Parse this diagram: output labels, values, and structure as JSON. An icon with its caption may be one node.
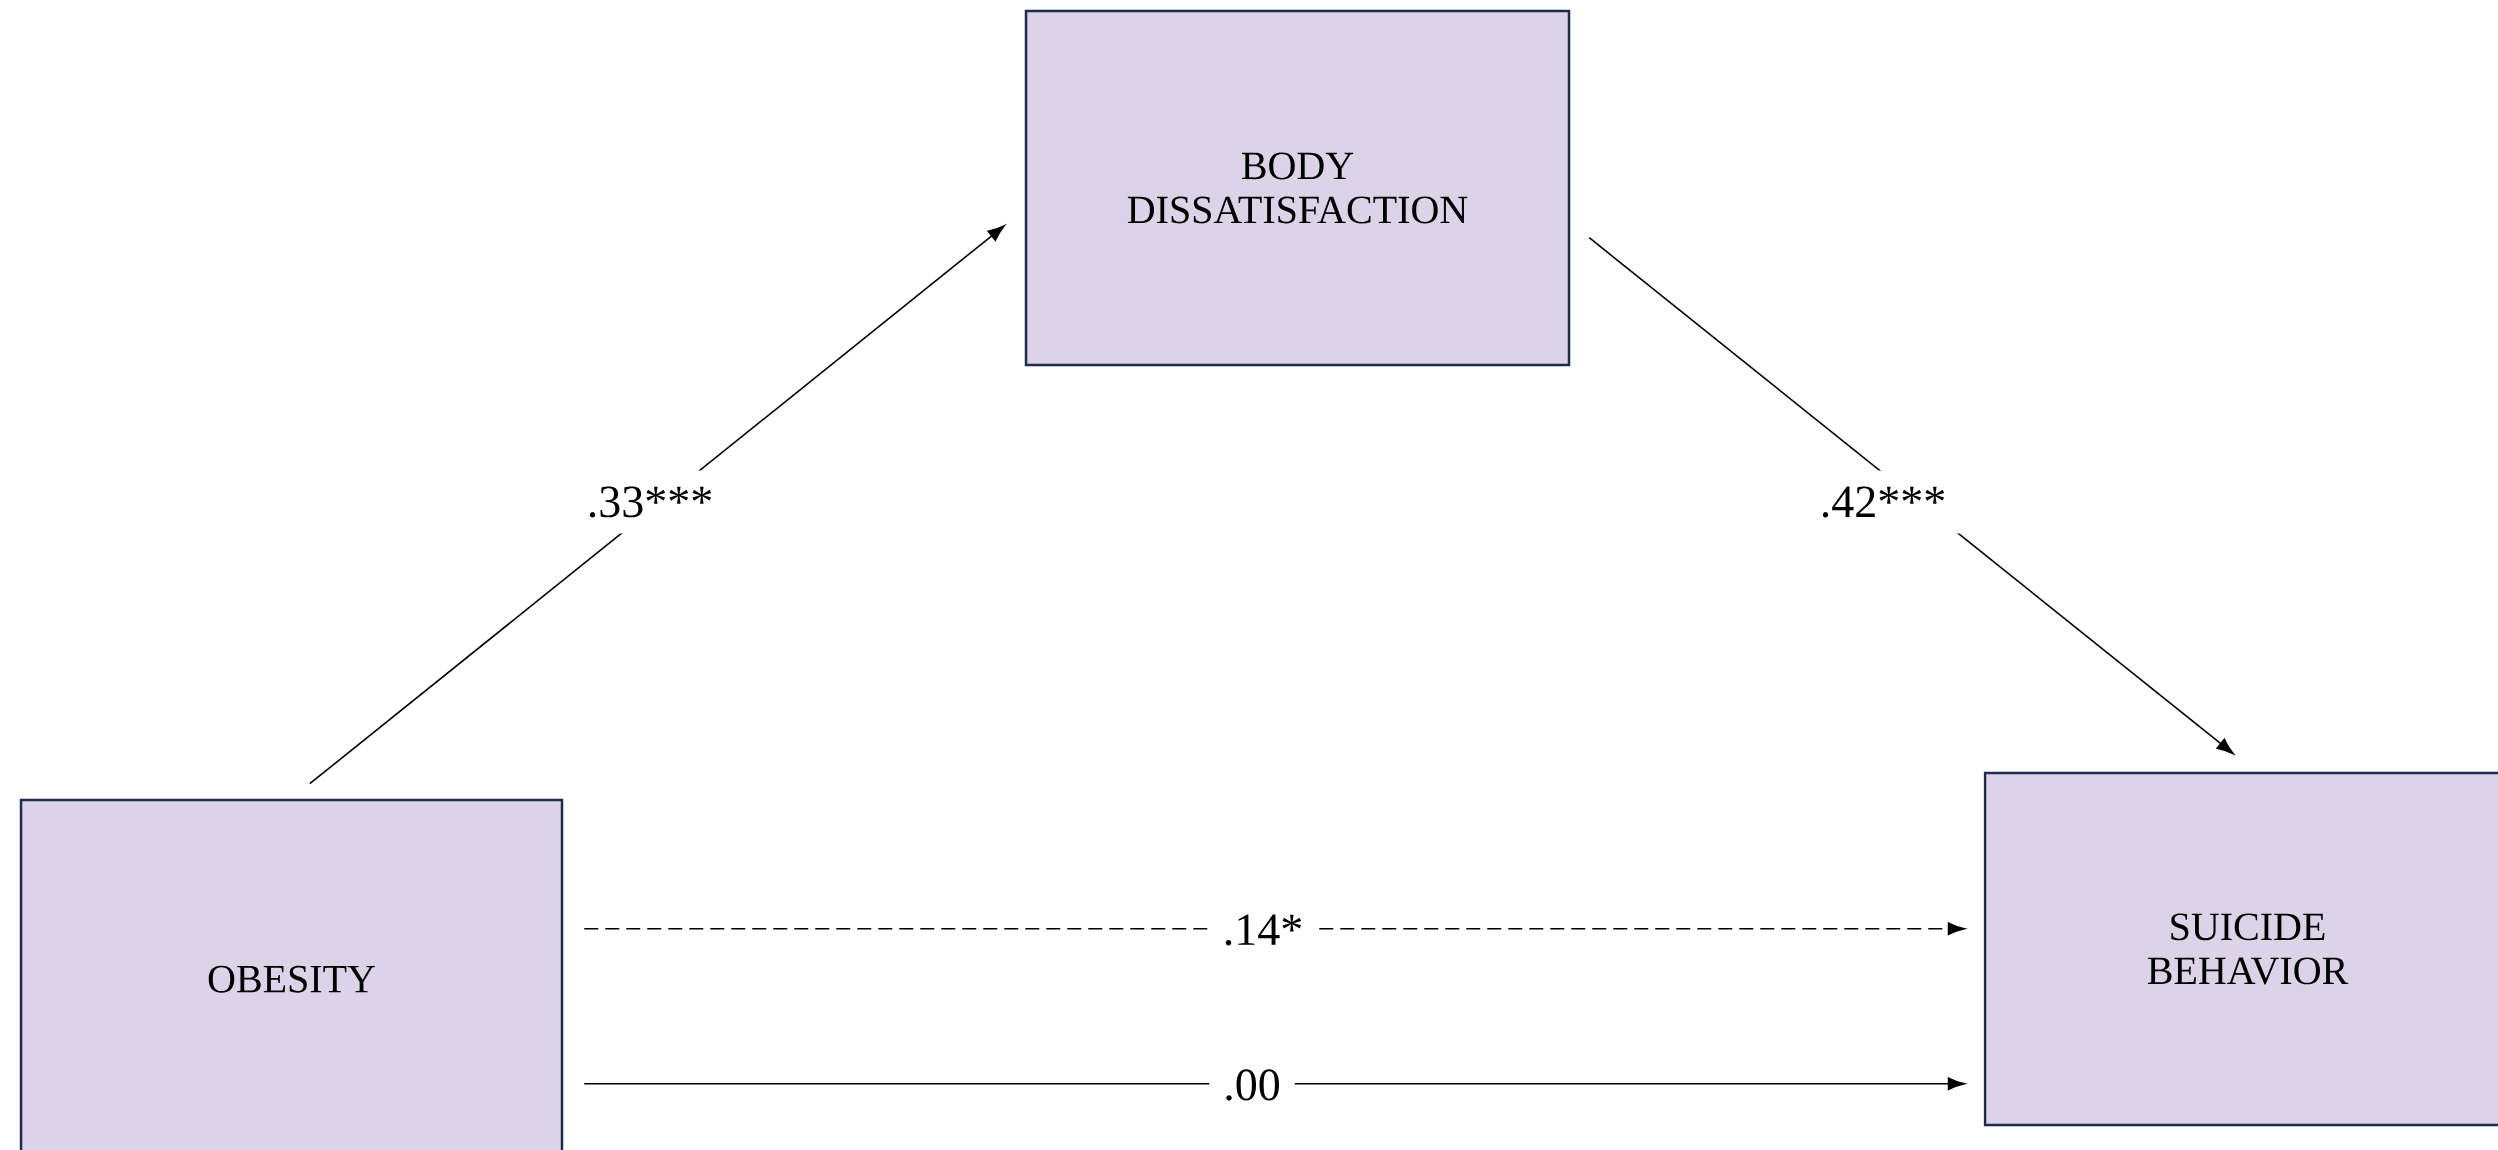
{
  "diagram": {
    "nodes": [
      {
        "text": [
          "OBESITY"
        ]
      },
      {
        "text": [
          "BODY DISSATISFACTION"
        ]
      },
      {
        "text": [
          "SUICIDE BEHAVIOR"
        ]
      }
    ],
    "edges": [
      {
        "from": 0,
        "to": 1,
        "arrow": "to",
        "label": ".33***"
      },
      {
        "from": 1,
        "to": 2,
        "arrow": "to",
        "label": ".42***"
      },
      {
        "from": 0,
        "to": 2,
        "arrow": "to",
        "label": ".14*",
        "style": "dashed"
      },
      {
        "from": 0,
        "to": 2,
        "arrow": "to",
        "label": ".00"
      }
    ]
  }
}
